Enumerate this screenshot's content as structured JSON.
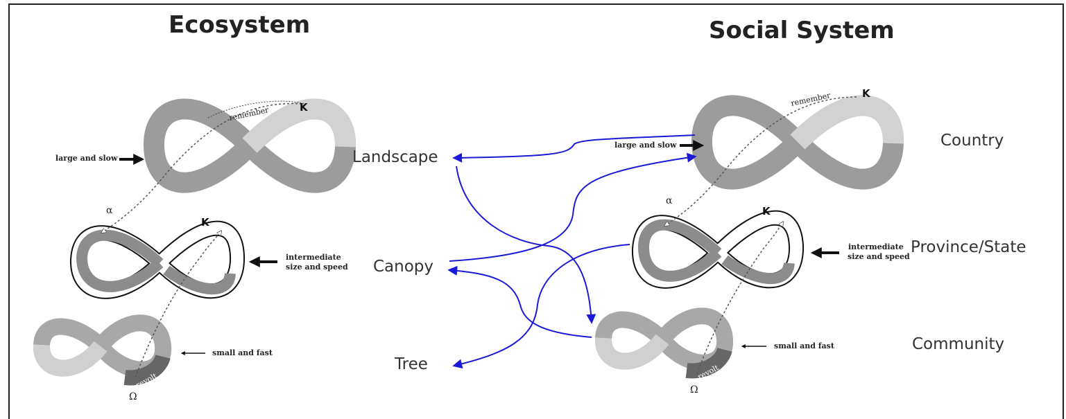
{
  "titles": {
    "ecosystem": "Ecosystem",
    "social_system": "Social System"
  },
  "ecosystem_levels": {
    "landscape": "Landscape",
    "canopy": "Canopy",
    "tree": "Tree"
  },
  "social_levels": {
    "country": "Country",
    "province_state": "Province/State",
    "community": "Community"
  },
  "scale_labels": {
    "large": "large and slow",
    "intermediate_line1": "intermediate",
    "intermediate_line2": "size and speed",
    "small": "small and fast"
  },
  "cycle_labels": {
    "remember": "remember",
    "revolt": "revolt",
    "k": "K",
    "alpha": "α",
    "omega": "Ω"
  },
  "colors": {
    "connector": "#1a1ad6",
    "cycle_dark": "#8c8c8c",
    "cycle_light": "#d2d2d2"
  }
}
